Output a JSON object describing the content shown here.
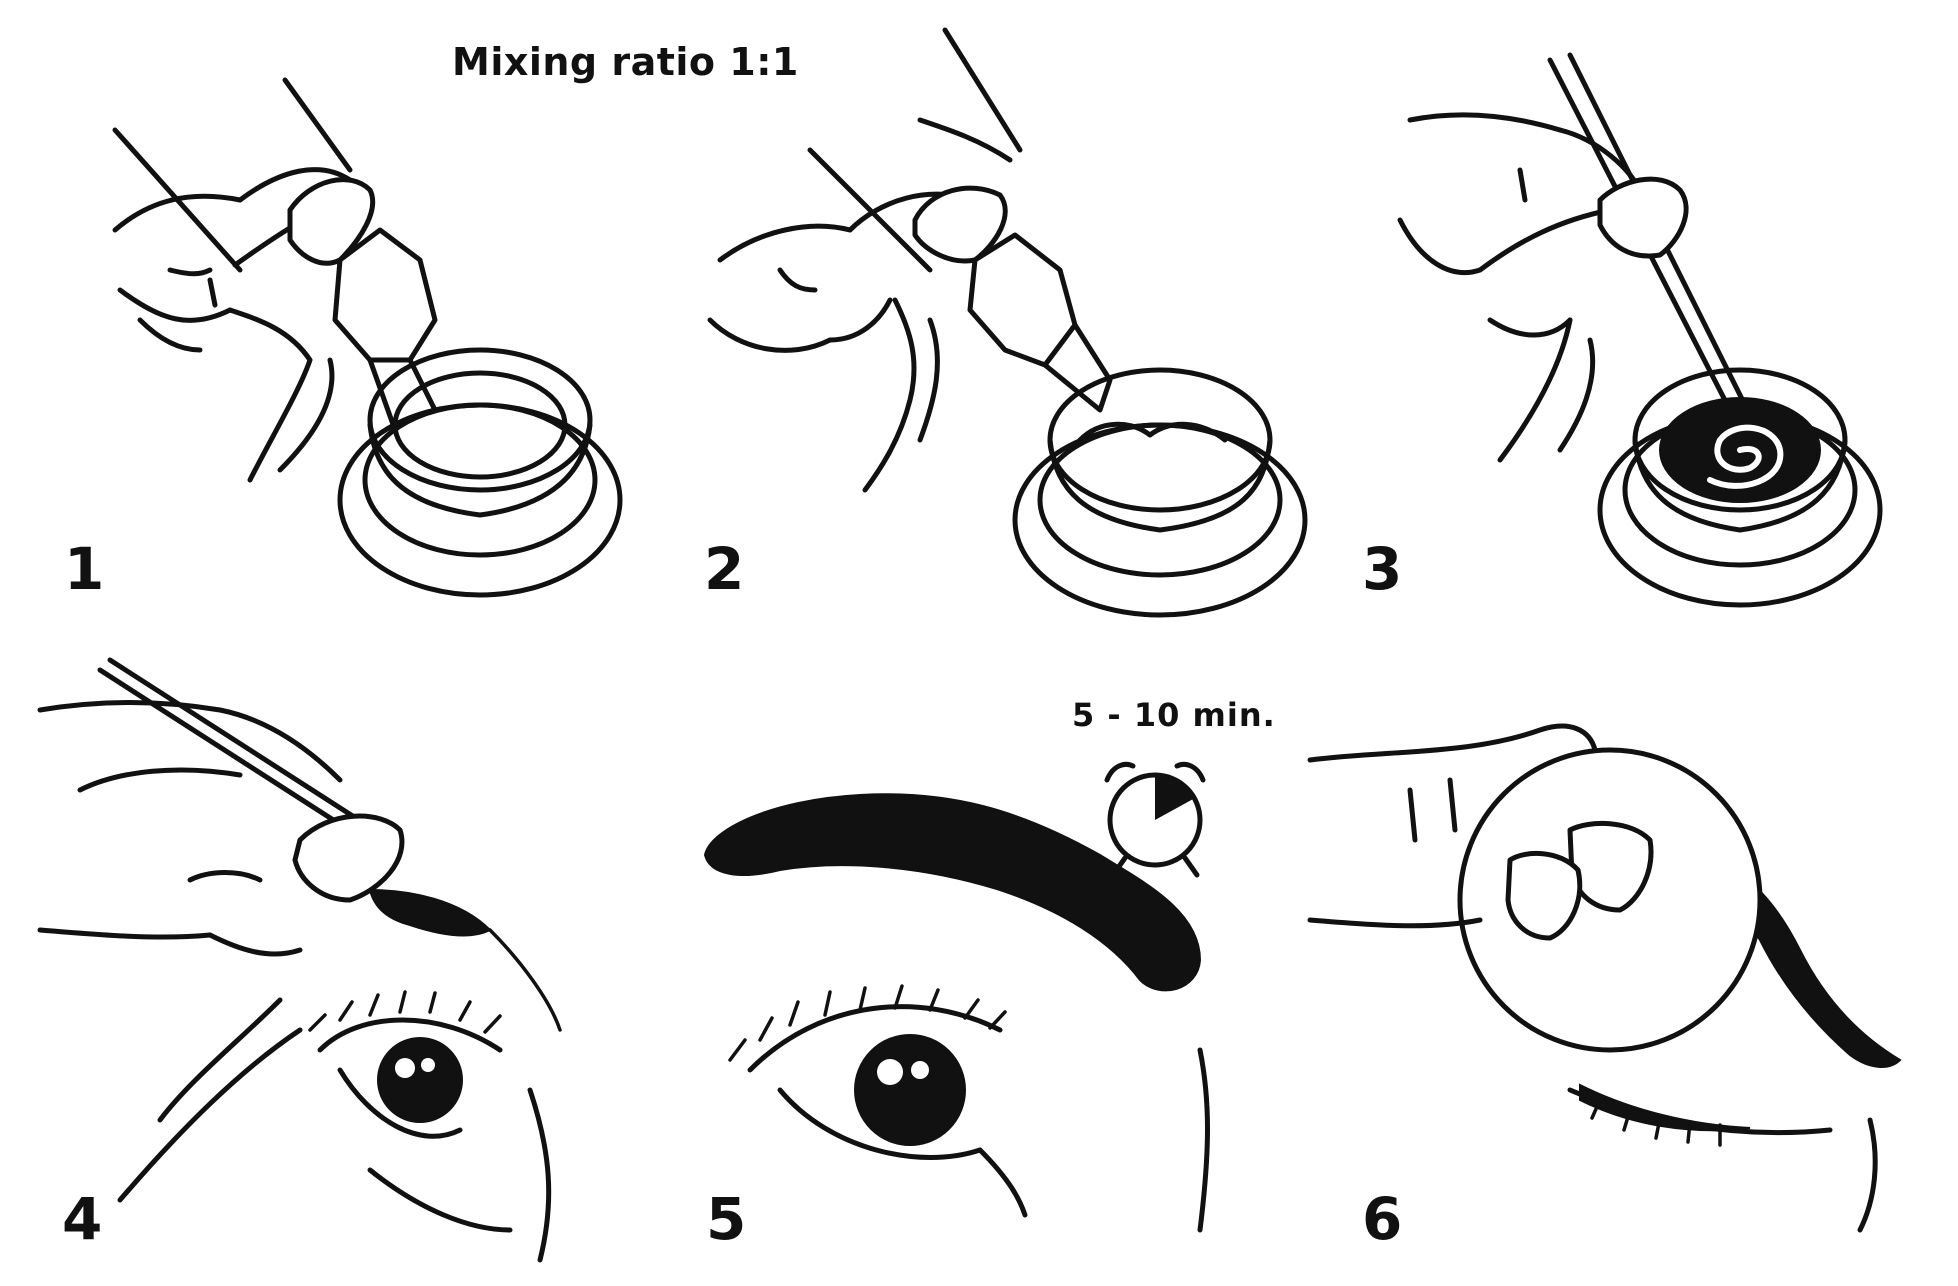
{
  "title": "Mixing ratio 1:1",
  "timer_label": "5 - 10 min.",
  "steps": [
    {
      "number": "1"
    },
    {
      "number": "2"
    },
    {
      "number": "3"
    },
    {
      "number": "4"
    },
    {
      "number": "5"
    },
    {
      "number": "6"
    }
  ],
  "icons": {
    "timer": "alarm-clock-icon",
    "tube": "tube-icon",
    "dish": "mixing-dish-icon",
    "applicator": "applicator-stick-icon",
    "pad": "cotton-pad-icon",
    "eye": "eye-icon",
    "hand": "hand-icon"
  },
  "colors": {
    "ink": "#111111",
    "background": "#ffffff"
  }
}
